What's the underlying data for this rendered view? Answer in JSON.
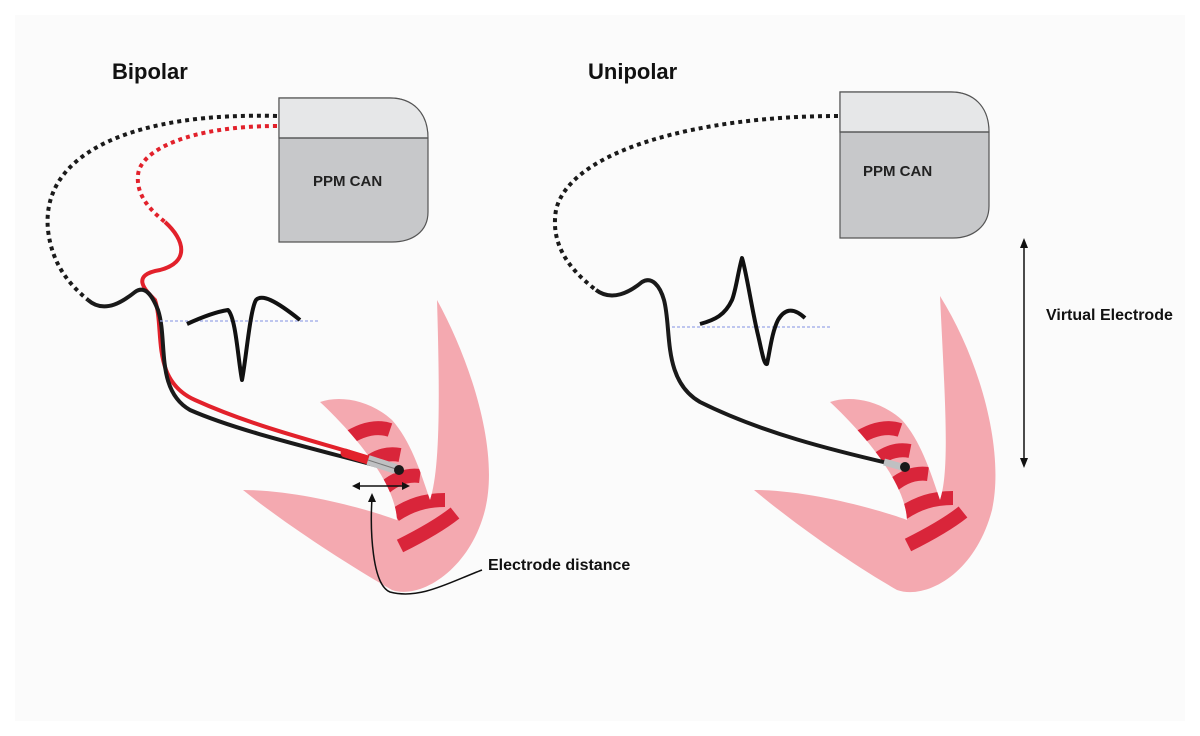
{
  "panels": {
    "bipolar": {
      "title": "Bipolar",
      "can_label": "PPM CAN"
    },
    "unipolar": {
      "title": "Unipolar",
      "can_label": "PPM CAN"
    }
  },
  "annotations": {
    "electrode_distance": "Electrode distance",
    "virtual_electrode": "Virtual Electrode"
  },
  "colors": {
    "background": "#fbfbfb",
    "can_top": "#e6e7e8",
    "can_body": "#c7c8ca",
    "heart_tissue": "#f4a9b0",
    "heart_band": "#d9253a",
    "lead_red": "#e2212b",
    "lead_black": "#1a1a1a",
    "baseline": "#9aa6e8"
  }
}
